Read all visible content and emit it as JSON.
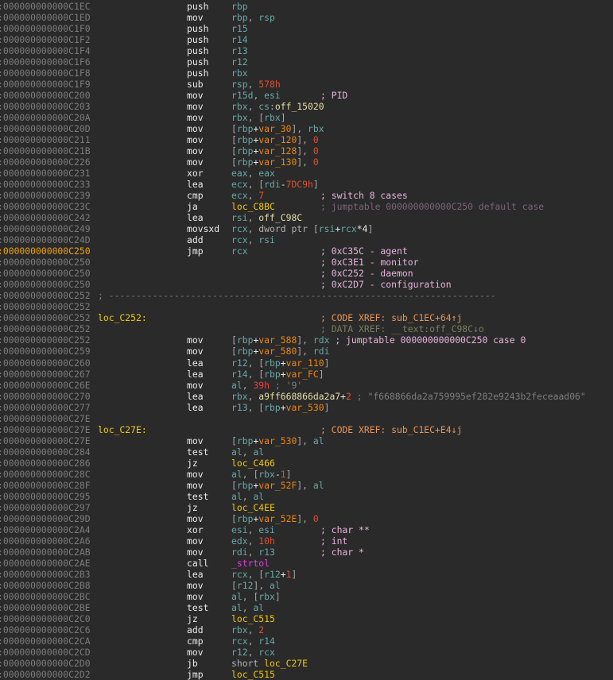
{
  "colors": {
    "background": "#2a2a2a",
    "address": "#7c7c7c",
    "current_address": "#f0a00c",
    "register": "#6aa8a8",
    "number": "#e05030",
    "variable": "#f0860e",
    "label": "#f2c80c",
    "comment": "#e8b4de"
  },
  "current_address": ":000000000000C250",
  "separator": "; -----------------------------------------------------------------------",
  "lines": [
    {
      "a": ":000000000000C1EC",
      "m": "push",
      "o": [
        [
          "rbp",
          "r"
        ]
      ]
    },
    {
      "a": ":000000000000C1ED",
      "m": "mov",
      "o": [
        [
          "rbp",
          "r"
        ],
        [
          ", ",
          "p"
        ],
        [
          "rsp",
          "r"
        ]
      ]
    },
    {
      "a": ":000000000000C1F0",
      "m": "push",
      "o": [
        [
          "r15",
          "r"
        ]
      ]
    },
    {
      "a": ":000000000000C1F2",
      "m": "push",
      "o": [
        [
          "r14",
          "r"
        ]
      ]
    },
    {
      "a": ":000000000000C1F4",
      "m": "push",
      "o": [
        [
          "r13",
          "r"
        ]
      ]
    },
    {
      "a": ":000000000000C1F6",
      "m": "push",
      "o": [
        [
          "r12",
          "r"
        ]
      ]
    },
    {
      "a": ":000000000000C1F8",
      "m": "push",
      "o": [
        [
          "rbx",
          "r"
        ]
      ]
    },
    {
      "a": ":000000000000C1F9",
      "m": "sub",
      "o": [
        [
          "rsp",
          "r"
        ],
        [
          ", ",
          "p"
        ],
        [
          "578h",
          "n"
        ]
      ]
    },
    {
      "a": ":000000000000C200",
      "m": "mov",
      "o": [
        [
          "r15d",
          "r"
        ],
        [
          ", ",
          "p"
        ],
        [
          "esi",
          "r"
        ]
      ],
      "c": [
        [
          "; PID",
          "c"
        ]
      ]
    },
    {
      "a": ":000000000000C203",
      "m": "mov",
      "o": [
        [
          "rbx",
          "r"
        ],
        [
          ", ",
          "p"
        ],
        [
          "cs",
          "r"
        ],
        [
          ":",
          "p"
        ],
        [
          "off_15020",
          "o"
        ]
      ]
    },
    {
      "a": ":000000000000C20A",
      "m": "mov",
      "o": [
        [
          "rbx",
          "r"
        ],
        [
          ", ",
          "p"
        ],
        [
          "[",
          "p"
        ],
        [
          "rbx",
          "r"
        ],
        [
          "]",
          "p"
        ]
      ]
    },
    {
      "a": ":000000000000C20D",
      "m": "mov",
      "o": [
        [
          "[",
          "p"
        ],
        [
          "rbp",
          "r"
        ],
        [
          "+",
          "w"
        ],
        [
          "var_30",
          "v"
        ],
        [
          "]",
          "p"
        ],
        [
          ", ",
          "p"
        ],
        [
          "rbx",
          "r"
        ]
      ]
    },
    {
      "a": ":000000000000C211",
      "m": "mov",
      "o": [
        [
          "[",
          "p"
        ],
        [
          "rbp",
          "r"
        ],
        [
          "+",
          "w"
        ],
        [
          "var_120",
          "v"
        ],
        [
          "]",
          "p"
        ],
        [
          ", ",
          "p"
        ],
        [
          "0",
          "n"
        ]
      ]
    },
    {
      "a": ":000000000000C21B",
      "m": "mov",
      "o": [
        [
          "[",
          "p"
        ],
        [
          "rbp",
          "r"
        ],
        [
          "+",
          "w"
        ],
        [
          "var_128",
          "v"
        ],
        [
          "]",
          "p"
        ],
        [
          ", ",
          "p"
        ],
        [
          "0",
          "n"
        ]
      ]
    },
    {
      "a": ":000000000000C226",
      "m": "mov",
      "o": [
        [
          "[",
          "p"
        ],
        [
          "rbp",
          "r"
        ],
        [
          "+",
          "w"
        ],
        [
          "var_130",
          "v"
        ],
        [
          "]",
          "p"
        ],
        [
          ", ",
          "p"
        ],
        [
          "0",
          "n"
        ]
      ]
    },
    {
      "a": ":000000000000C231",
      "m": "xor",
      "o": [
        [
          "eax",
          "r"
        ],
        [
          ", ",
          "p"
        ],
        [
          "eax",
          "r"
        ]
      ]
    },
    {
      "a": ":000000000000C233",
      "m": "lea",
      "o": [
        [
          "ecx",
          "r"
        ],
        [
          ", ",
          "p"
        ],
        [
          "[",
          "p"
        ],
        [
          "rdi",
          "r"
        ],
        [
          "-",
          "w"
        ],
        [
          "7DC9h",
          "n"
        ],
        [
          "]",
          "p"
        ]
      ]
    },
    {
      "a": ":000000000000C239",
      "m": "cmp",
      "o": [
        [
          "ecx",
          "r"
        ],
        [
          ", ",
          "p"
        ],
        [
          "7",
          "n"
        ]
      ],
      "c": [
        [
          "; switch 8 cases",
          "c"
        ]
      ]
    },
    {
      "a": ":000000000000C23C",
      "m": "ja",
      "o": [
        [
          "loc_C8BC",
          "l"
        ]
      ],
      "c": [
        [
          "; jumptable 000000000000C250 default case",
          "d"
        ]
      ]
    },
    {
      "a": ":000000000000C242",
      "m": "lea",
      "o": [
        [
          "rsi",
          "r"
        ],
        [
          ", ",
          "p"
        ],
        [
          "off_C98C",
          "o"
        ]
      ]
    },
    {
      "a": ":000000000000C249",
      "m": "movsxd",
      "o": [
        [
          "rcx",
          "r"
        ],
        [
          ", ",
          "p"
        ],
        [
          "dword ptr ",
          "k"
        ],
        [
          "[",
          "p"
        ],
        [
          "rsi",
          "r"
        ],
        [
          "+",
          "w"
        ],
        [
          "rcx",
          "r"
        ],
        [
          "*4",
          "w"
        ],
        [
          "]",
          "p"
        ]
      ]
    },
    {
      "a": ":000000000000C24D",
      "m": "add",
      "o": [
        [
          "rcx",
          "r"
        ],
        [
          ", ",
          "p"
        ],
        [
          "rsi",
          "r"
        ]
      ]
    },
    {
      "a": ":000000000000C250",
      "cur": true,
      "m": "jmp",
      "o": [
        [
          "rcx",
          "r"
        ]
      ],
      "c": [
        [
          "; 0xC35C - agent",
          "c"
        ]
      ]
    },
    {
      "a": ":000000000000C250",
      "c": [
        [
          "; 0xC3E1 - monitor",
          "c"
        ]
      ]
    },
    {
      "a": ":000000000000C250",
      "c": [
        [
          "; 0xC252 - daemon",
          "c"
        ]
      ]
    },
    {
      "a": ":000000000000C250",
      "c": [
        [
          "; 0xC2D7 - configuration",
          "c"
        ]
      ]
    },
    {
      "a": ":000000000000C252",
      "sep": true
    },
    {
      "a": ":000000000000C252"
    },
    {
      "a": ":000000000000C252",
      "lbl": "loc_C252:",
      "c": [
        [
          "; CODE XREF: sub_C1EC+64↑j",
          "x"
        ]
      ]
    },
    {
      "a": ":000000000000C252",
      "c": [
        [
          "; DATA XREF: __text:off_C98C↓o",
          "y"
        ]
      ]
    },
    {
      "a": ":000000000000C252",
      "m": "mov",
      "o": [
        [
          "[",
          "p"
        ],
        [
          "rbp",
          "r"
        ],
        [
          "+",
          "w"
        ],
        [
          "var_588",
          "v"
        ],
        [
          "]",
          "p"
        ],
        [
          ", ",
          "p"
        ],
        [
          "rdx",
          "r"
        ],
        [
          " ; jumptable 000000000000C250 case 0",
          "c"
        ]
      ]
    },
    {
      "a": ":000000000000C259",
      "m": "mov",
      "o": [
        [
          "[",
          "p"
        ],
        [
          "rbp",
          "r"
        ],
        [
          "+",
          "w"
        ],
        [
          "var_580",
          "v"
        ],
        [
          "]",
          "p"
        ],
        [
          ", ",
          "p"
        ],
        [
          "rdi",
          "r"
        ]
      ]
    },
    {
      "a": ":000000000000C260",
      "m": "lea",
      "o": [
        [
          "r12",
          "r"
        ],
        [
          ", ",
          "p"
        ],
        [
          "[",
          "p"
        ],
        [
          "rbp",
          "r"
        ],
        [
          "+",
          "w"
        ],
        [
          "var_110",
          "v"
        ],
        [
          "]",
          "p"
        ]
      ]
    },
    {
      "a": ":000000000000C267",
      "m": "lea",
      "o": [
        [
          "r14",
          "r"
        ],
        [
          ", ",
          "p"
        ],
        [
          "[",
          "p"
        ],
        [
          "rbp",
          "r"
        ],
        [
          "+",
          "w"
        ],
        [
          "var_FC",
          "v"
        ],
        [
          "]",
          "p"
        ]
      ]
    },
    {
      "a": ":000000000000C26E",
      "m": "mov",
      "o": [
        [
          "al",
          "r"
        ],
        [
          ", ",
          "p"
        ],
        [
          "39h",
          "q"
        ],
        [
          " ; '9'",
          "s"
        ]
      ]
    },
    {
      "a": ":000000000000C270",
      "m": "lea",
      "o": [
        [
          "rbx",
          "r"
        ],
        [
          ", ",
          "p"
        ],
        [
          "a9ff668866da2a7",
          "o"
        ],
        [
          "+",
          "w"
        ],
        [
          "2",
          "n"
        ],
        [
          " ; \"f668866da2a759995ef282e9243b2feceaad06\"",
          "s"
        ]
      ]
    },
    {
      "a": ":000000000000C277",
      "m": "lea",
      "o": [
        [
          "r13",
          "r"
        ],
        [
          ", ",
          "p"
        ],
        [
          "[",
          "p"
        ],
        [
          "rbp",
          "r"
        ],
        [
          "+",
          "w"
        ],
        [
          "var_530",
          "v"
        ],
        [
          "]",
          "p"
        ]
      ]
    },
    {
      "a": ":000000000000C27E"
    },
    {
      "a": ":000000000000C27E",
      "lbl": "loc_C27E:",
      "c": [
        [
          "; CODE XREF: sub_C1EC+E4↓j",
          "x"
        ]
      ]
    },
    {
      "a": ":000000000000C27E",
      "m": "mov",
      "o": [
        [
          "[",
          "p"
        ],
        [
          "rbp",
          "r"
        ],
        [
          "+",
          "w"
        ],
        [
          "var_530",
          "v"
        ],
        [
          "]",
          "p"
        ],
        [
          ", ",
          "p"
        ],
        [
          "al",
          "r"
        ]
      ]
    },
    {
      "a": ":000000000000C284",
      "m": "test",
      "o": [
        [
          "al",
          "r"
        ],
        [
          ", ",
          "p"
        ],
        [
          "al",
          "r"
        ]
      ]
    },
    {
      "a": ":000000000000C286",
      "m": "jz",
      "o": [
        [
          "loc_C466",
          "l"
        ]
      ]
    },
    {
      "a": ":000000000000C28C",
      "m": "mov",
      "o": [
        [
          "al",
          "r"
        ],
        [
          ", ",
          "p"
        ],
        [
          "[",
          "p"
        ],
        [
          "rbx",
          "r"
        ],
        [
          "-",
          "w"
        ],
        [
          "1",
          "n"
        ],
        [
          "]",
          "p"
        ]
      ]
    },
    {
      "a": ":000000000000C28F",
      "m": "mov",
      "o": [
        [
          "[",
          "p"
        ],
        [
          "rbp",
          "r"
        ],
        [
          "+",
          "w"
        ],
        [
          "var_52F",
          "v"
        ],
        [
          "]",
          "p"
        ],
        [
          ", ",
          "p"
        ],
        [
          "al",
          "r"
        ]
      ]
    },
    {
      "a": ":000000000000C295",
      "m": "test",
      "o": [
        [
          "al",
          "r"
        ],
        [
          ", ",
          "p"
        ],
        [
          "al",
          "r"
        ]
      ]
    },
    {
      "a": ":000000000000C297",
      "m": "jz",
      "o": [
        [
          "loc_C4EE",
          "l"
        ]
      ]
    },
    {
      "a": ":000000000000C29D",
      "m": "mov",
      "o": [
        [
          "[",
          "p"
        ],
        [
          "rbp",
          "r"
        ],
        [
          "+",
          "w"
        ],
        [
          "var_52E",
          "v"
        ],
        [
          "]",
          "p"
        ],
        [
          ", ",
          "p"
        ],
        [
          "0",
          "n"
        ]
      ]
    },
    {
      "a": ":000000000000C2A4",
      "m": "xor",
      "o": [
        [
          "esi",
          "r"
        ],
        [
          ", ",
          "p"
        ],
        [
          "esi",
          "r"
        ]
      ],
      "c": [
        [
          "; char **",
          "c"
        ]
      ]
    },
    {
      "a": ":000000000000C2A6",
      "m": "mov",
      "o": [
        [
          "edx",
          "r"
        ],
        [
          ", ",
          "p"
        ],
        [
          "10h",
          "n"
        ]
      ],
      "c": [
        [
          "; int",
          "c"
        ]
      ]
    },
    {
      "a": ":000000000000C2AB",
      "m": "mov",
      "o": [
        [
          "rdi",
          "r"
        ],
        [
          ", ",
          "p"
        ],
        [
          "r13",
          "r"
        ]
      ],
      "c": [
        [
          "; char *",
          "c"
        ]
      ]
    },
    {
      "a": ":000000000000C2AE",
      "m": "call",
      "o": [
        [
          "_strtol",
          "f"
        ]
      ]
    },
    {
      "a": ":000000000000C2B3",
      "m": "lea",
      "o": [
        [
          "rcx",
          "r"
        ],
        [
          ", ",
          "p"
        ],
        [
          "[",
          "p"
        ],
        [
          "r12",
          "r"
        ],
        [
          "+",
          "w"
        ],
        [
          "1",
          "n"
        ],
        [
          "]",
          "p"
        ]
      ]
    },
    {
      "a": ":000000000000C2B8",
      "m": "mov",
      "o": [
        [
          "[",
          "p"
        ],
        [
          "r12",
          "r"
        ],
        [
          "]",
          "p"
        ],
        [
          ", ",
          "p"
        ],
        [
          "al",
          "r"
        ]
      ]
    },
    {
      "a": ":000000000000C2BC",
      "m": "mov",
      "o": [
        [
          "al",
          "r"
        ],
        [
          ", ",
          "p"
        ],
        [
          "[",
          "p"
        ],
        [
          "rbx",
          "r"
        ],
        [
          "]",
          "p"
        ]
      ]
    },
    {
      "a": ":000000000000C2BE",
      "m": "test",
      "o": [
        [
          "al",
          "r"
        ],
        [
          ", ",
          "p"
        ],
        [
          "al",
          "r"
        ]
      ]
    },
    {
      "a": ":000000000000C2C0",
      "m": "jz",
      "o": [
        [
          "loc_C515",
          "l"
        ]
      ]
    },
    {
      "a": ":000000000000C2C6",
      "m": "add",
      "o": [
        [
          "rbx",
          "r"
        ],
        [
          ", ",
          "p"
        ],
        [
          "2",
          "n"
        ]
      ]
    },
    {
      "a": ":000000000000C2CA",
      "m": "cmp",
      "o": [
        [
          "rcx",
          "r"
        ],
        [
          ", ",
          "p"
        ],
        [
          "r14",
          "r"
        ]
      ]
    },
    {
      "a": ":000000000000C2CD",
      "m": "mov",
      "o": [
        [
          "r12",
          "r"
        ],
        [
          ", ",
          "p"
        ],
        [
          "rcx",
          "r"
        ]
      ]
    },
    {
      "a": ":000000000000C2D0",
      "m": "jb",
      "o": [
        [
          "short ",
          "k"
        ],
        [
          "loc_C27E",
          "l"
        ]
      ]
    },
    {
      "a": ":000000000000C2D2",
      "m": "jmp",
      "o": [
        [
          "loc_C515",
          "l"
        ]
      ]
    }
  ]
}
